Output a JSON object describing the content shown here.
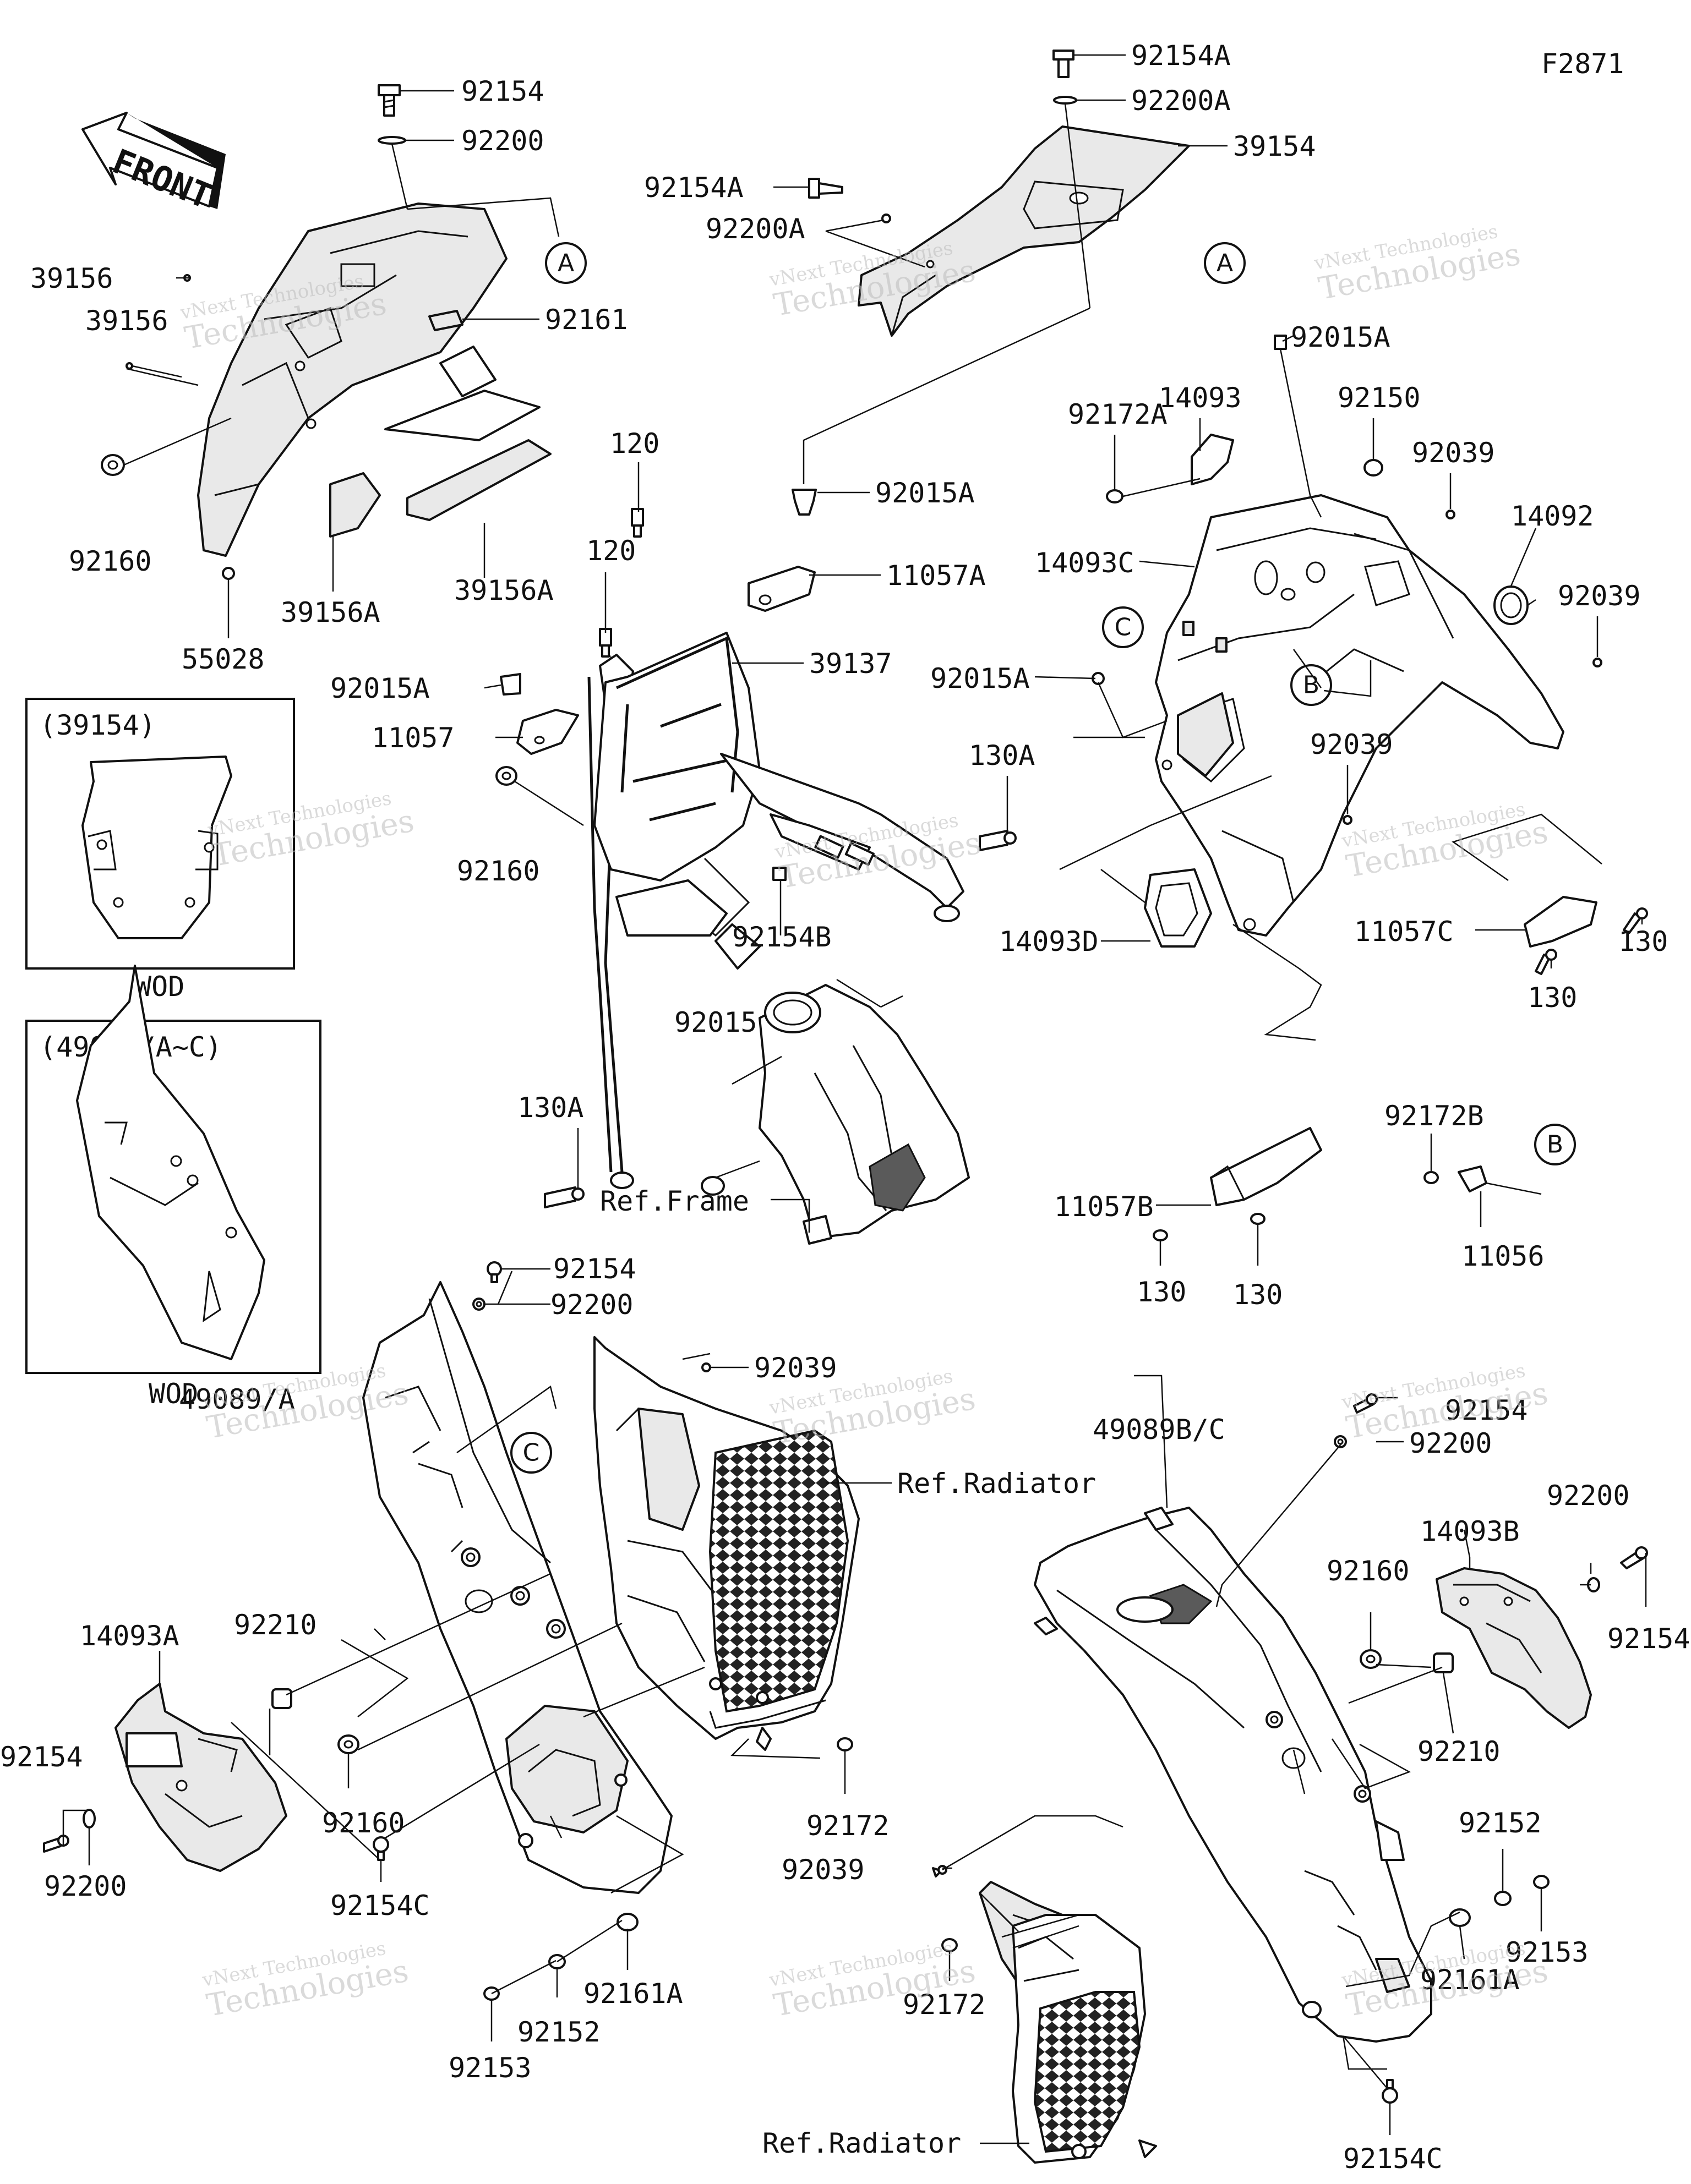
{
  "diagram_code": "F2871",
  "direction_label": "FRONT",
  "wod_boxes": [
    {
      "title": "(39154)",
      "caption": "WOD"
    },
    {
      "title": "(49089/A~C)",
      "caption": "WOD"
    }
  ],
  "watermark": {
    "line1": "vNext Technologies",
    "line2": "Technologies"
  },
  "labels": {
    "l92154_top": "92154",
    "l92200_top": "92200",
    "l39156_a": "39156",
    "l39156_b": "39156",
    "l92161": "92161",
    "l92160_a": "92160",
    "l39156A_a": "39156A",
    "l39156A_b": "39156A",
    "l55028": "55028",
    "l92154A_top": "92154A",
    "l92200A_top": "92200A",
    "l39154": "39154",
    "l92154A_mid": "92154A",
    "l92200A_mid": "92200A",
    "l120_a": "120",
    "l120_b": "120",
    "l92015A_a": "92015A",
    "l11057A": "11057A",
    "l39137": "39137",
    "l92015A_b": "92015A",
    "l11057": "11057",
    "l92160_b": "92160",
    "l92154B": "92154B",
    "l130A_a": "130A",
    "l92015": "92015",
    "l130A_b": "130A",
    "l_ref_frame": "Ref.Frame",
    "l92015A_c": "92015A",
    "l14093": "14093",
    "l92172A": "92172A",
    "l92150": "92150",
    "l92039_a": "92039",
    "l14093C": "14093C",
    "l14092": "14092",
    "l92039_b": "92039",
    "l92015A_d": "92015A",
    "l92039_c": "92039",
    "l11057C": "11057C",
    "l130_a": "130",
    "l130_b": "130",
    "l14093D": "14093D",
    "l11057B": "11057B",
    "l130_c": "130",
    "l130_d": "130",
    "l92172B": "92172B",
    "l11056": "11056",
    "l92154_mid": "92154",
    "l92200_mid": "92200",
    "l92039_d": "92039",
    "l49089A": "49089/A",
    "l_ref_radiator_a": "Ref.Radiator",
    "l92210_a": "92210",
    "l14093A": "14093A",
    "l92154_left": "92154",
    "l92200_left": "92200",
    "l92160_c": "92160",
    "l92172_a": "92172",
    "l92154C_a": "92154C",
    "l92161A_a": "92161A",
    "l92152_a": "92152",
    "l92153_a": "92153",
    "l92039_e": "92039",
    "l92172_b": "92172",
    "l_ref_radiator_b": "Ref.Radiator",
    "l49089BC": "49089B/C",
    "l92154_r1": "92154",
    "l92200_r1": "92200",
    "l14093B": "14093B",
    "l92200_r2": "92200",
    "l92160_d": "92160",
    "l92154_r2": "92154",
    "l92210_b": "92210",
    "l92152_b": "92152",
    "l92153_b": "92153",
    "l92161A_b": "92161A",
    "l92154C_b": "92154C"
  },
  "callouts": {
    "a": "A",
    "b": "B",
    "c": "C"
  }
}
